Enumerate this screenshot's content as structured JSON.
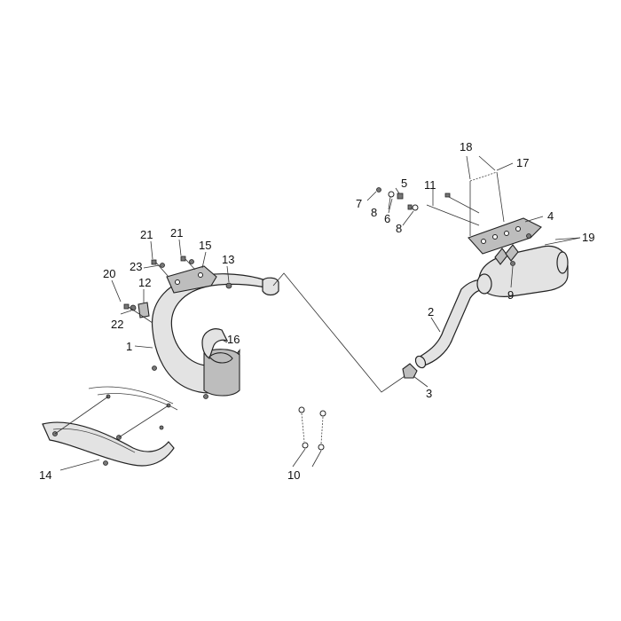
{
  "callouts": [
    {
      "id": "c1",
      "label": "1"
    },
    {
      "id": "c2",
      "label": "2"
    },
    {
      "id": "c3",
      "label": "3"
    },
    {
      "id": "c4",
      "label": "4"
    },
    {
      "id": "c5",
      "label": "5"
    },
    {
      "id": "c6",
      "label": "6"
    },
    {
      "id": "c7",
      "label": "7"
    },
    {
      "id": "c8a",
      "label": "8"
    },
    {
      "id": "c8b",
      "label": "8"
    },
    {
      "id": "c9",
      "label": "9"
    },
    {
      "id": "c10",
      "label": "10"
    },
    {
      "id": "c11",
      "label": "11"
    },
    {
      "id": "c12",
      "label": "12"
    },
    {
      "id": "c13",
      "label": "13"
    },
    {
      "id": "c14",
      "label": "14"
    },
    {
      "id": "c15",
      "label": "15"
    },
    {
      "id": "c16",
      "label": "16"
    },
    {
      "id": "c17",
      "label": "17"
    },
    {
      "id": "c18",
      "label": "18"
    },
    {
      "id": "c19",
      "label": "19"
    },
    {
      "id": "c20",
      "label": "20"
    },
    {
      "id": "c21a",
      "label": "21"
    },
    {
      "id": "c21b",
      "label": "21"
    },
    {
      "id": "c22",
      "label": "22"
    },
    {
      "id": "c23",
      "label": "23"
    }
  ]
}
